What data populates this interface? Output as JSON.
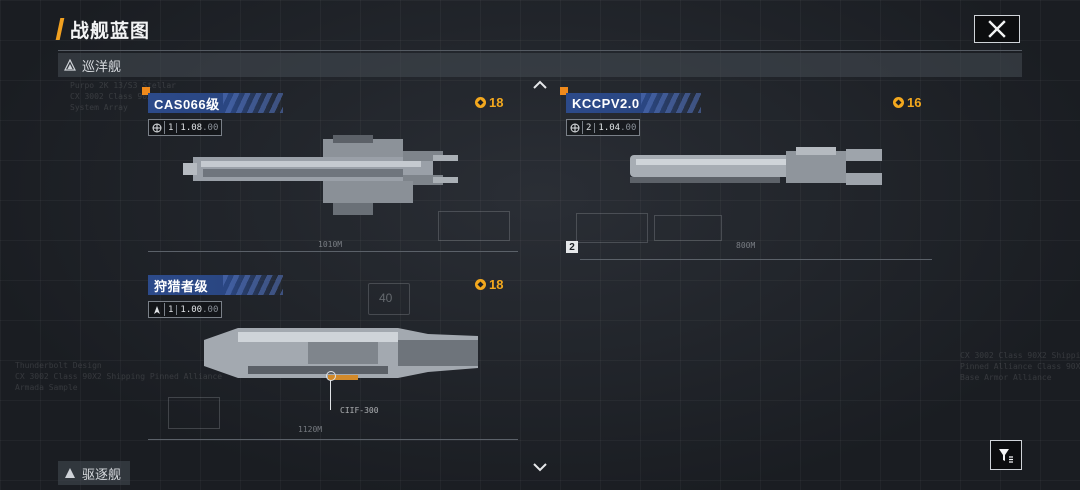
{
  "header": {
    "title": "战舰蓝图"
  },
  "section": {
    "label": "巡洋舰"
  },
  "bottom_tab": {
    "label": "驱逐舰"
  },
  "cards": [
    {
      "name": "CAS066级",
      "cost": "18",
      "level": "1",
      "multiplier_main": "1.08",
      "multiplier_dec": ".00",
      "length": "1010M"
    },
    {
      "name": "KCCPV2.0",
      "cost": "16",
      "level": "2",
      "multiplier_main": "1.04",
      "multiplier_dec": ".00",
      "length": "800M",
      "badge": "2"
    },
    {
      "name": "狩猎者级",
      "cost": "18",
      "level": "1",
      "multiplier_main": "1.00",
      "multiplier_dec": ".00",
      "length": "1120M",
      "callout": "CIIF-300",
      "sketch_num": "40"
    }
  ],
  "icons": {
    "close": "close-x-icon",
    "section": "triangle-up-icon",
    "scroll_up": "chevron-up-icon",
    "scroll_down": "chevron-down-icon",
    "filter": "filter-icon",
    "cost": "resource-coin-icon"
  },
  "colors": {
    "accent": "#f08a1c",
    "cost": "#f3a81e",
    "name_plate": "#2c4a8a"
  }
}
